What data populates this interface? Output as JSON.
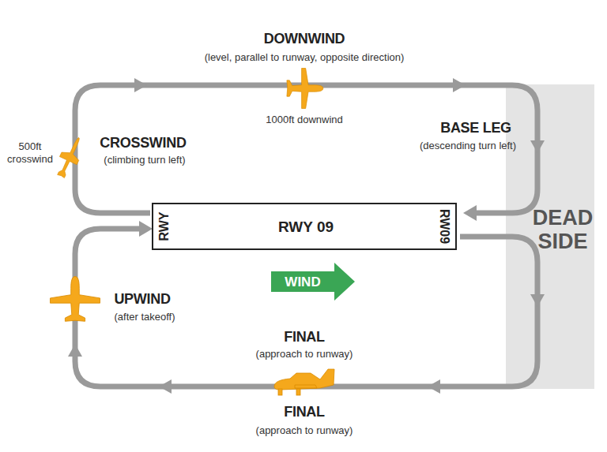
{
  "diagram": {
    "nodes": [
      {
        "text": [
          "RWY",
          "RWY 09",
          "RW09"
        ]
      },
      {
        "text": [
          "DEAD SIDE"
        ]
      },
      {
        "text": [
          "WIND"
        ]
      }
    ],
    "labels": [
      "DOWNWIND",
      "(level, parallel to runway, opposite direction)",
      "1000ft downwind",
      "BASE LEG",
      "(descending turn left)",
      "500ft crosswind",
      "CROSSWIND",
      "(climbing turn left)",
      "UPWIND",
      "(after takeoff)",
      "FINAL",
      "(approach to runway)",
      "FINAL",
      "(approach to runway)"
    ]
  }
}
